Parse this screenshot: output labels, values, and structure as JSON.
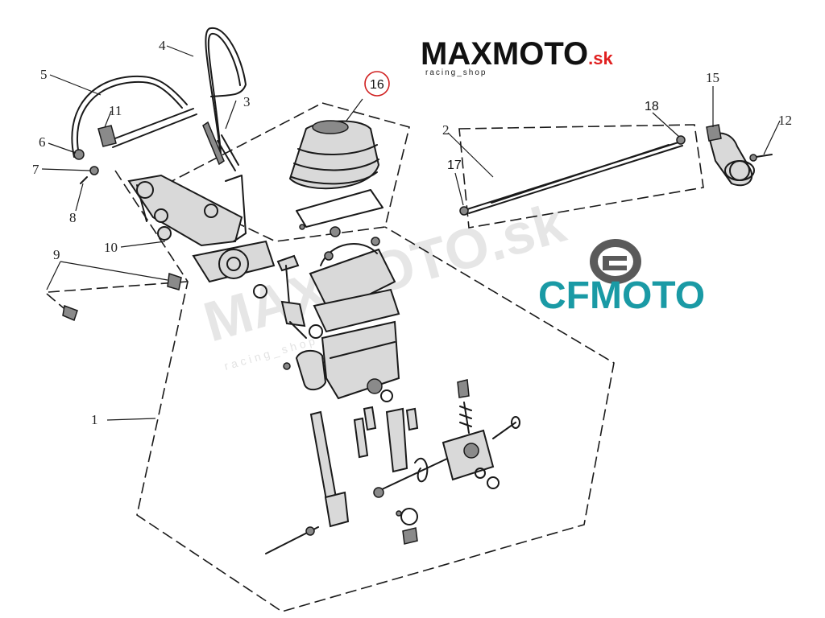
{
  "branding": {
    "shop_logo": {
      "text_max": "MAX",
      "text_moto": "MOTO",
      "text_suffix": ".sk",
      "tagline": "racing_shop",
      "color_primary": "#111111",
      "color_accent": "#e02020"
    },
    "brand_logo": {
      "text": "CFMOTO",
      "color": "#1a9aa5",
      "icon": "cfmoto-emblem-icon"
    },
    "watermark": {
      "text": "MAXMOTO.sk",
      "tagline": "racing_shop"
    }
  },
  "callouts": [
    {
      "id": "1",
      "label": "1"
    },
    {
      "id": "2",
      "label": "2"
    },
    {
      "id": "3",
      "label": "3"
    },
    {
      "id": "4",
      "label": "4"
    },
    {
      "id": "5",
      "label": "5"
    },
    {
      "id": "6",
      "label": "6"
    },
    {
      "id": "7",
      "label": "7"
    },
    {
      "id": "8",
      "label": "8"
    },
    {
      "id": "9",
      "label": "9"
    },
    {
      "id": "10",
      "label": "10"
    },
    {
      "id": "11",
      "label": "11"
    },
    {
      "id": "12",
      "label": "12"
    },
    {
      "id": "15",
      "label": "15"
    },
    {
      "id": "16",
      "label": "16",
      "highlight": "#d02020"
    },
    {
      "id": "17",
      "label": "17"
    },
    {
      "id": "18",
      "label": "18"
    }
  ]
}
